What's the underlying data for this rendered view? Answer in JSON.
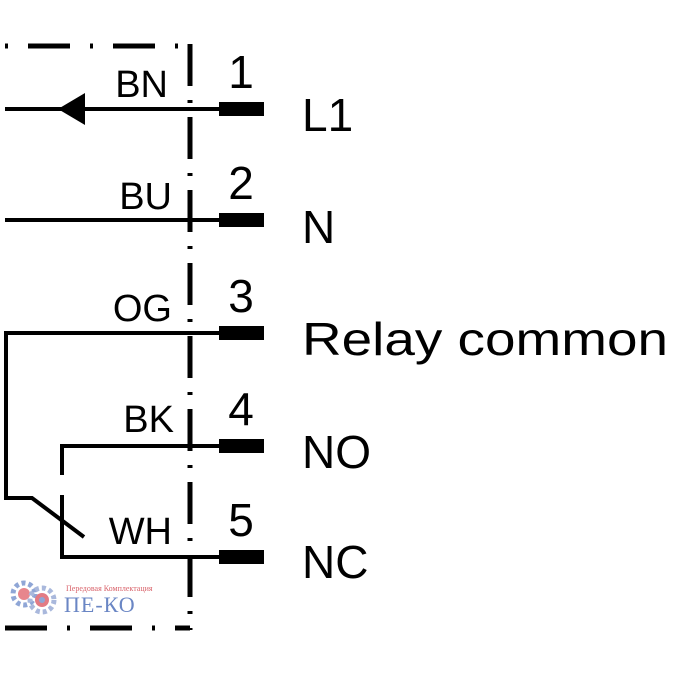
{
  "diagram": {
    "terminals": [
      {
        "number": "1",
        "wire_color": "BN",
        "signal": "L1"
      },
      {
        "number": "2",
        "wire_color": "BU",
        "signal": "N"
      },
      {
        "number": "3",
        "wire_color": "OG",
        "signal": "Relay common"
      },
      {
        "number": "4",
        "wire_color": "BK",
        "signal": "NO"
      },
      {
        "number": "5",
        "wire_color": "WH",
        "signal": "NC"
      }
    ]
  },
  "watermark": {
    "subtitle": "Передовая Комплектация",
    "brand": "ПЕ-КО"
  }
}
